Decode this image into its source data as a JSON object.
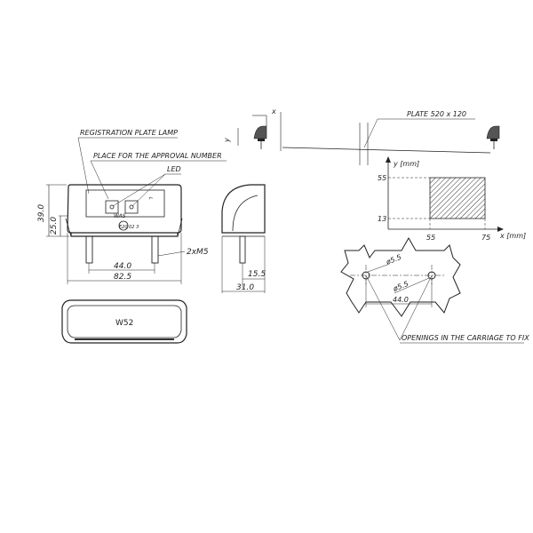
{
  "labels": {
    "registration_plate_lamp": "REGISTRATION PLATE LAMP",
    "place_for_approval_number": "PLACE FOR THE APPROVAL NUMBER",
    "led": "LED",
    "openings": "OPENINGS IN THE CARRIAGE TO FIX",
    "plate": "PLATE 520 x 120"
  },
  "front_view": {
    "height_total": "39.0",
    "height_inner": "25.0",
    "bolt_spacing": "44.0",
    "width": "82.5",
    "bolts": "2xM5",
    "stamp_was": "WAS",
    "stamp_l": "L",
    "stamp_code": "E20 02 3"
  },
  "side_view": {
    "depth_bolt": "15.5",
    "depth_total": "31.0"
  },
  "bottom_view": {
    "model": "W52"
  },
  "graph": {
    "y_axis_label": "y [mm]",
    "x_axis_label": "x [mm]",
    "y_ticks": [
      "55",
      "13"
    ],
    "x_ticks": [
      "55",
      "75"
    ]
  },
  "mounting": {
    "hole_diameter_1": "ø5.5",
    "hole_diameter_2": "ø5.5",
    "hole_spacing": "44.0"
  },
  "axis_markers": {
    "x": "x",
    "y": "y"
  }
}
